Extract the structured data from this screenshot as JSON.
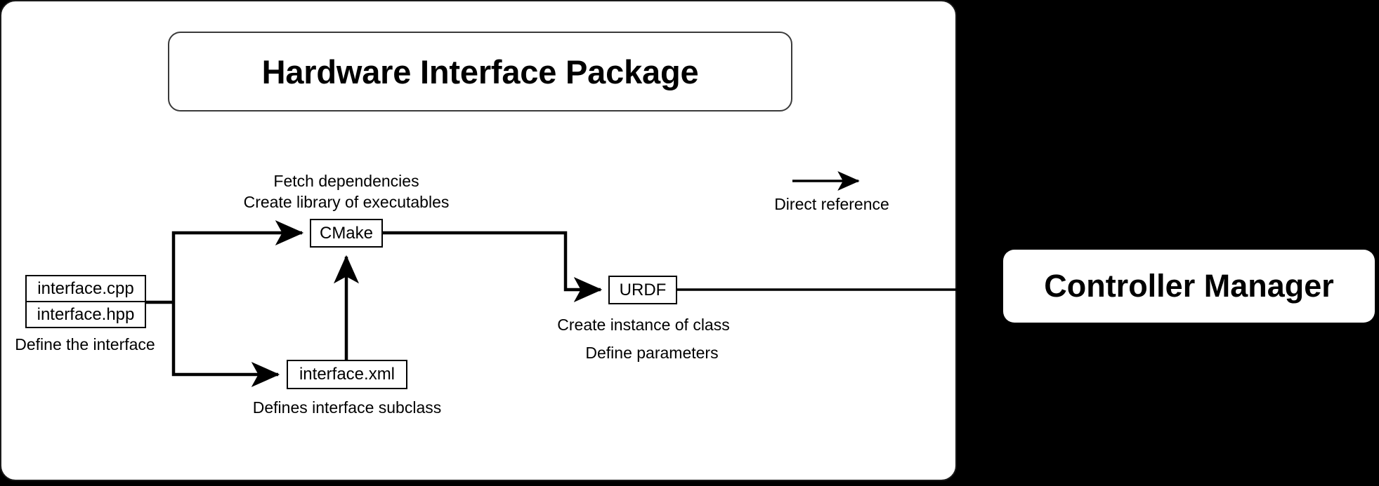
{
  "diagram": {
    "title": "Hardware Interface Package",
    "package_panel": {
      "label": "Hardware Interface Package"
    },
    "nodes": {
      "cmake": "CMake",
      "urdf": "URDF",
      "interface_xml": "interface.xml",
      "interface_cpp": "interface.cpp",
      "interface_hpp": "interface.hpp",
      "controller_manager": "Controller Manager"
    },
    "captions": {
      "fetch_dependencies": "Fetch dependencies",
      "create_library": "Create library of executables",
      "define_the_interface": "Define the interface",
      "defines_interface_subclass": "Defines interface subclass",
      "create_instance_of_class": "Create instance of class",
      "define_parameters": "Define parameters"
    },
    "legend": {
      "arrow_icon": "arrow-right-icon",
      "label": "Direct reference"
    },
    "colors": {
      "background": "#000000",
      "panel": "#ffffff",
      "stroke": "#000000",
      "text": "#000000"
    },
    "edges": [
      {
        "from": "interface.cpp / interface.hpp",
        "to": "CMake",
        "style": "direct reference"
      },
      {
        "from": "interface.cpp / interface.hpp",
        "to": "interface.xml",
        "style": "direct reference"
      },
      {
        "from": "interface.xml",
        "to": "CMake",
        "style": "direct reference"
      },
      {
        "from": "CMake",
        "to": "URDF",
        "style": "direct reference"
      },
      {
        "from": "URDF",
        "to": "Controller Manager",
        "style": "direct reference"
      }
    ]
  }
}
